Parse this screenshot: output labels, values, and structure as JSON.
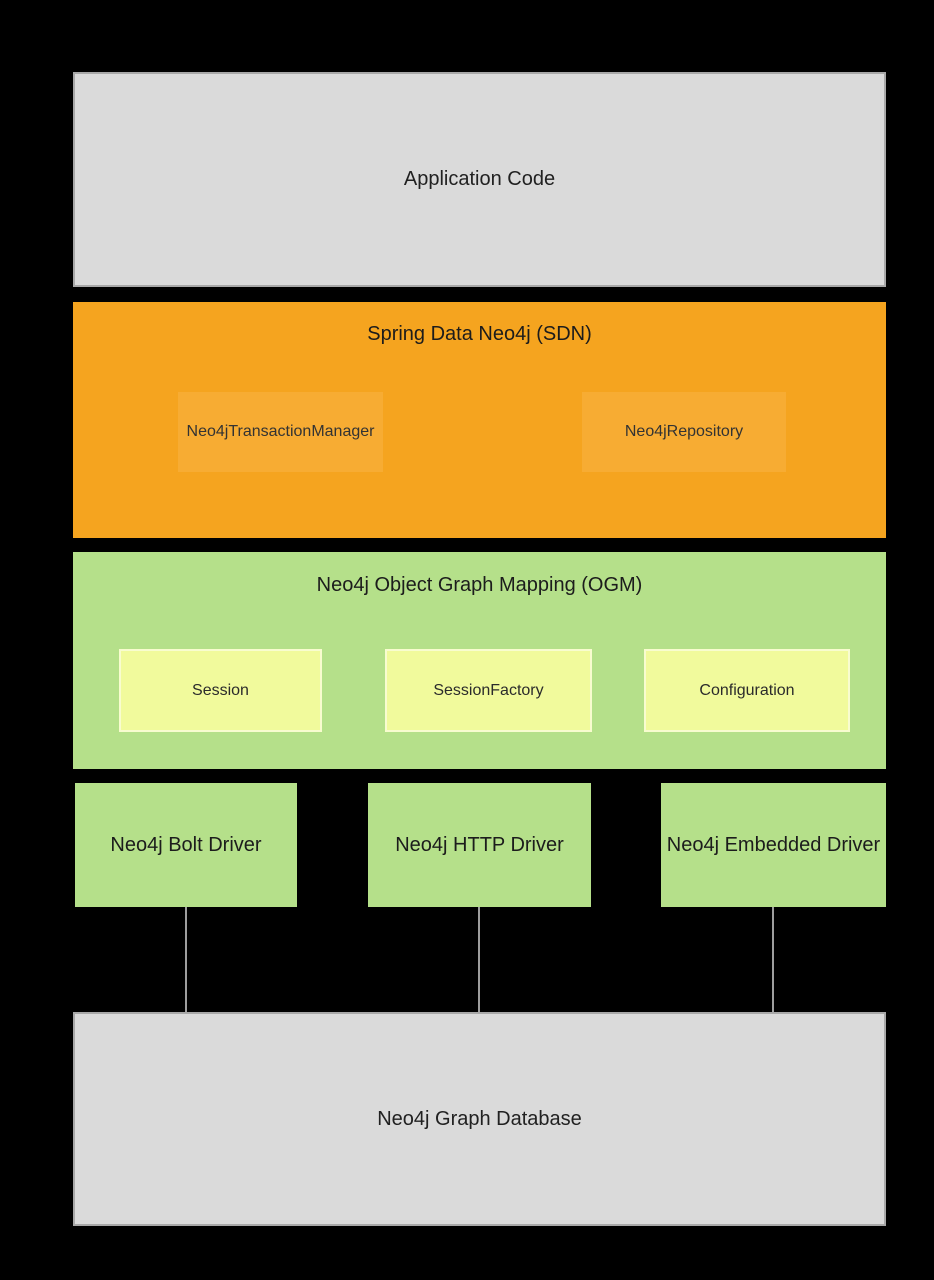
{
  "diagram": {
    "title": "Neo4j / Spring Data architecture stack",
    "background_color": "#000000",
    "colors": {
      "gray_box": "#dadada",
      "gray_border": "#a8a8a8",
      "orange_box": "#f5a41f",
      "orange_inner": "#f7ac33",
      "green_box": "#b5e08a",
      "yellow_inner": "#f1fa9c",
      "yellow_inner_border": "#f8fccf",
      "connector_line": "#9e9e9e",
      "text": "#1f1f1f"
    },
    "layers": {
      "application": {
        "label": "Application Code"
      },
      "sdn": {
        "title": "Spring Data Neo4j (SDN)",
        "components": [
          {
            "label": "Neo4jTransactionManager"
          },
          {
            "label": "Neo4jRepository"
          }
        ]
      },
      "ogm": {
        "title": "Neo4j Object Graph Mapping (OGM)",
        "components": [
          {
            "label": "Session"
          },
          {
            "label": "SessionFactory"
          },
          {
            "label": "Configuration"
          }
        ]
      },
      "drivers": [
        {
          "label": "Neo4j Bolt Driver"
        },
        {
          "label": "Neo4j HTTP Driver"
        },
        {
          "label": "Neo4j Embedded Driver"
        }
      ],
      "database": {
        "label": "Neo4j Graph Database"
      }
    }
  }
}
